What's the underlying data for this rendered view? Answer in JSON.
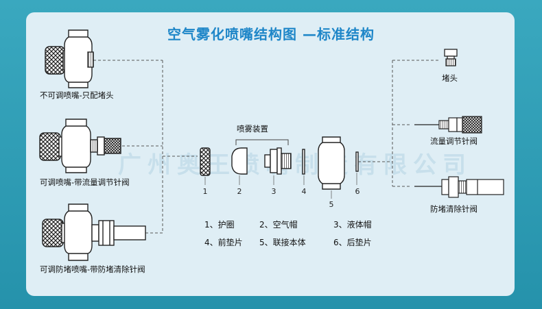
{
  "title": "空气雾化喷嘴结构图 —标准结构",
  "watermark": "广州奥王喷嘴制造有限公司",
  "left_variants": [
    {
      "label": "不可调喷嘴-只配堵头"
    },
    {
      "label": "可调喷嘴-带流量调节针阀"
    },
    {
      "label": "可调防堵喷嘴-带防堵清除针阀"
    }
  ],
  "right_parts": [
    {
      "label": "堵头"
    },
    {
      "label": "流量调节针阀"
    },
    {
      "label": "防堵清除针阀"
    }
  ],
  "center": {
    "group_label": "喷雾装置",
    "numbers": [
      "1",
      "2",
      "3",
      "4",
      "5",
      "6"
    ]
  },
  "legend": [
    "1、护圈",
    "2、空气帽",
    "3、液体帽",
    "4、前垫片",
    "5、联接本体",
    "6、后垫片"
  ],
  "colors": {
    "title": "#1e86c8",
    "panel": "#dfeef5",
    "border": "#2f9fb6"
  }
}
